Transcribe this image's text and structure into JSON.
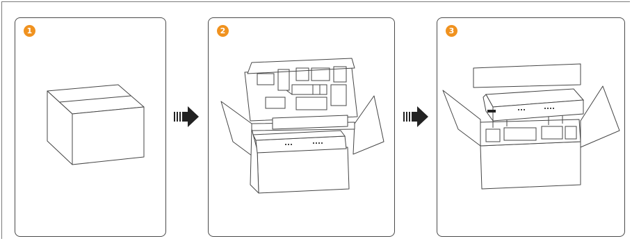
{
  "colors": {
    "badge": "#f0921f",
    "line": "#444444",
    "arrow": "#222222"
  },
  "steps": [
    {
      "number": "1",
      "icon": "closed-box-icon"
    },
    {
      "number": "2",
      "icon": "open-box-foam-tray-icon"
    },
    {
      "number": "3",
      "icon": "device-in-box-icon"
    }
  ],
  "arrows": [
    {
      "icon": "next-step-arrow-icon"
    },
    {
      "icon": "next-step-arrow-icon"
    }
  ]
}
